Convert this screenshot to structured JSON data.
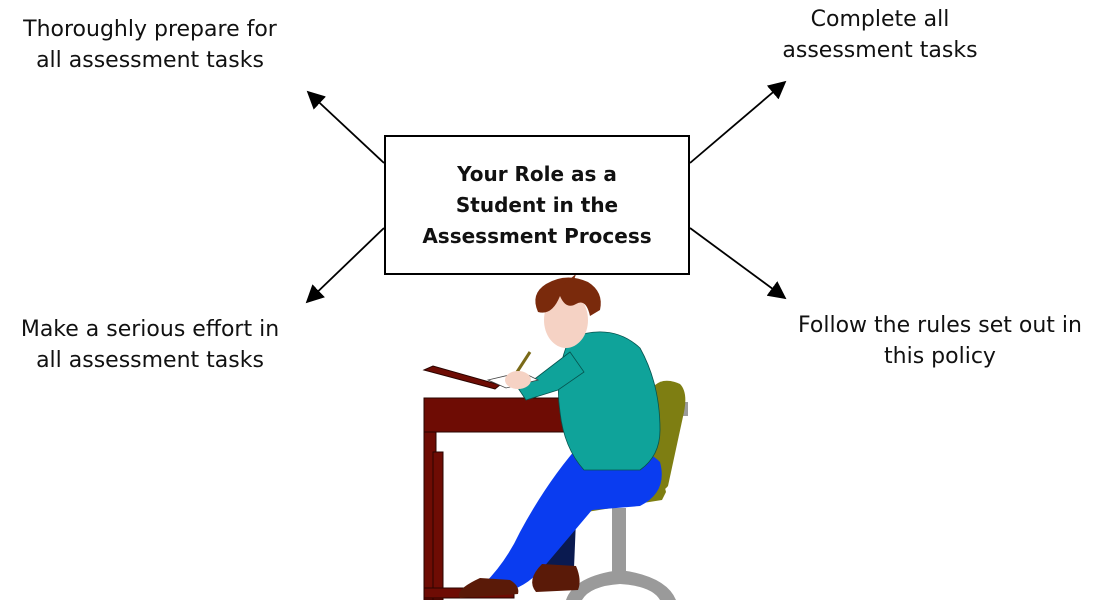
{
  "center": {
    "lines": [
      "Your Role as a",
      "Student in the",
      "Assessment Process"
    ]
  },
  "notes": {
    "top_left": [
      "Thoroughly prepare for",
      "all assessment tasks"
    ],
    "top_right": [
      "Complete all",
      "assessment tasks"
    ],
    "bottom_left": [
      "Make a serious effort in",
      "all assessment tasks"
    ],
    "bottom_right": [
      "Follow the rules set out in",
      "this policy"
    ]
  },
  "illustration": {
    "subject": "student writing at a desk",
    "colors": {
      "hair": "#7a2a0c",
      "skin": "#f5d2c4",
      "shirt": "#0fa39a",
      "trousers": "#0a3cf0",
      "desk": "#6e0c04",
      "chair": "#7e7e12",
      "chair_base": "#9a9a9a",
      "shoes": "#5a1a08"
    }
  },
  "colors": {
    "arrow": "#000000",
    "box_border": "#000000",
    "text": "#111111"
  }
}
